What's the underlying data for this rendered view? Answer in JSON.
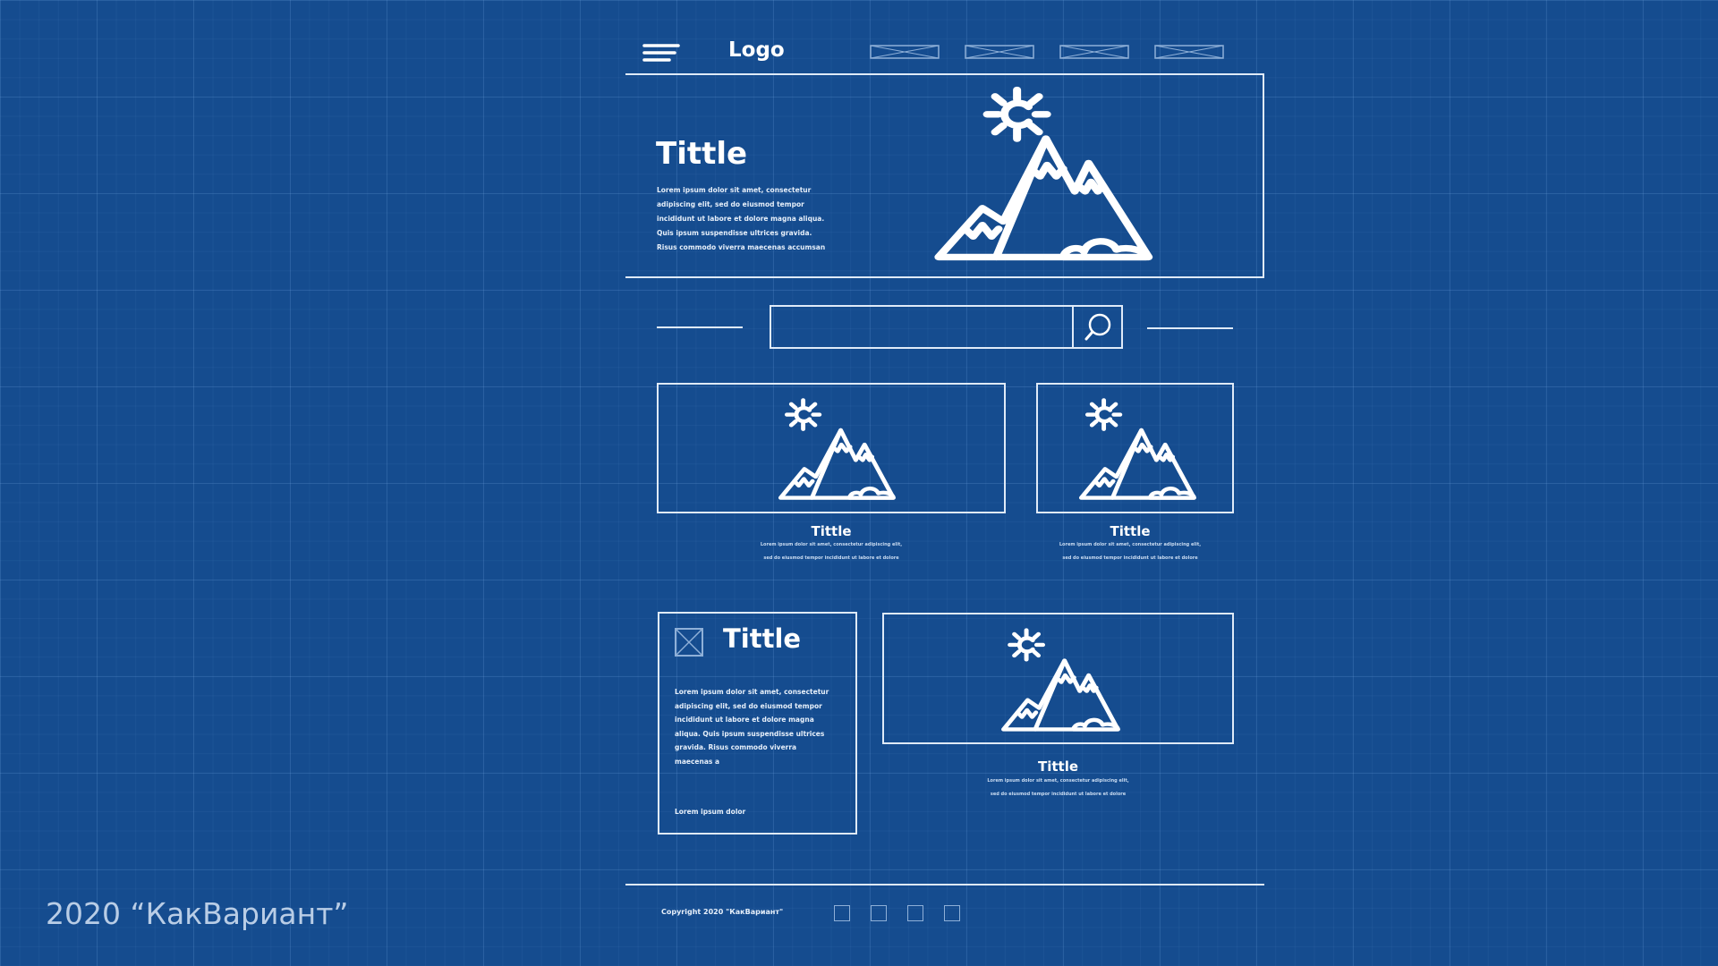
{
  "header": {
    "logo": "Logo",
    "menu_icon": "hamburger-menu-icon",
    "nav_placeholders": [
      "nav-placeholder-1",
      "nav-placeholder-2",
      "nav-placeholder-3",
      "nav-placeholder-4"
    ]
  },
  "hero": {
    "title": "Tittle",
    "text_lines": [
      "Lorem ipsum dolor sit amet, consectetur",
      "adipiscing elit, sed do eiusmod tempor",
      "incididunt ut labore et dolore magna aliqua.",
      "Quis ipsum suspendisse ultrices gravida.",
      "Risus commodo viverra maecenas accumsan"
    ],
    "image_icon": "mountain-sun-icon"
  },
  "search": {
    "value": "",
    "icon": "search-icon"
  },
  "cards": [
    {
      "title": "Tittle",
      "lines": [
        "Lorem ipsum dolor sit amet, consectetur adipiscing elit,",
        "sed do eiusmod tempor incididunt ut labore et dolore"
      ]
    },
    {
      "title": "Tittle",
      "lines": [
        "Lorem ipsum dolor sit amet, consectetur adipiscing elit,",
        "sed do eiusmod tempor incididunt ut labore et dolore"
      ]
    }
  ],
  "text_card": {
    "title": "Tittle",
    "icon": "image-placeholder-icon",
    "text_lines": [
      "Lorem ipsum dolor sit amet, consectetur",
      "adipiscing elit, sed do eiusmod tempor",
      "incididunt ut labore et dolore magna",
      "aliqua. Quis ipsum suspendisse ultrices",
      "gravida. Risus commodo viverra",
      "maecenas a"
    ],
    "link": "Lorem ipsum dolor"
  },
  "wide_card": {
    "title": "Tittle",
    "lines": [
      "Lorem ipsum dolor sit amet, consectetur adipiscing elit,",
      "sed do eiusmod tempor incididunt ut labore et dolore"
    ]
  },
  "footer": {
    "copyright": "Copyright 2020 \"КакВариант\"",
    "social_icons": [
      "social-icon-1",
      "social-icon-2",
      "social-icon-3",
      "social-icon-4"
    ]
  },
  "watermark": "2020 “КакВариант”",
  "colors": {
    "background": "#154c8f",
    "line": "#dfeaf8"
  }
}
